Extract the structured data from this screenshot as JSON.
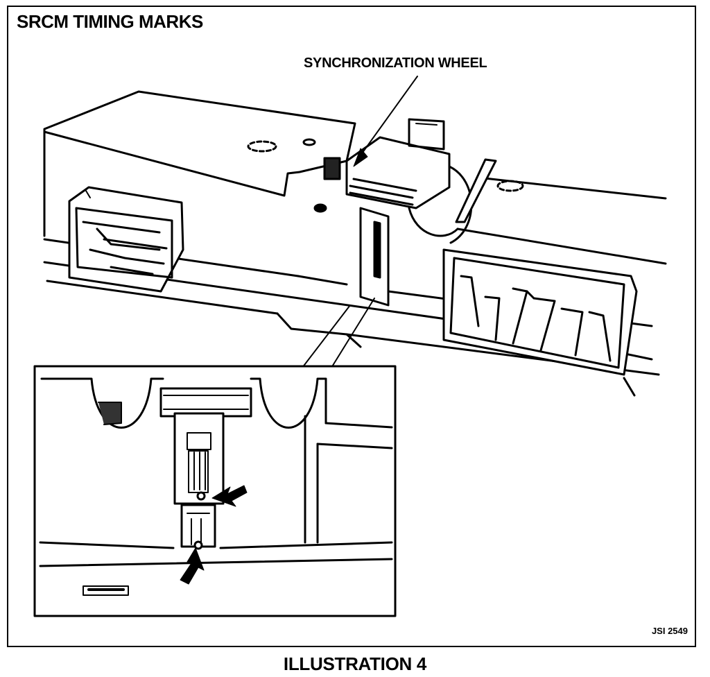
{
  "figure": {
    "title": "SRCM TIMING MARKS",
    "callout_label": "SYNCHRONIZATION WHEEL",
    "figure_id": "JSI 2549",
    "caption": "ILLUSTRATION 4"
  },
  "icons": {
    "timing_mark_arrows": "arrow-icon"
  }
}
